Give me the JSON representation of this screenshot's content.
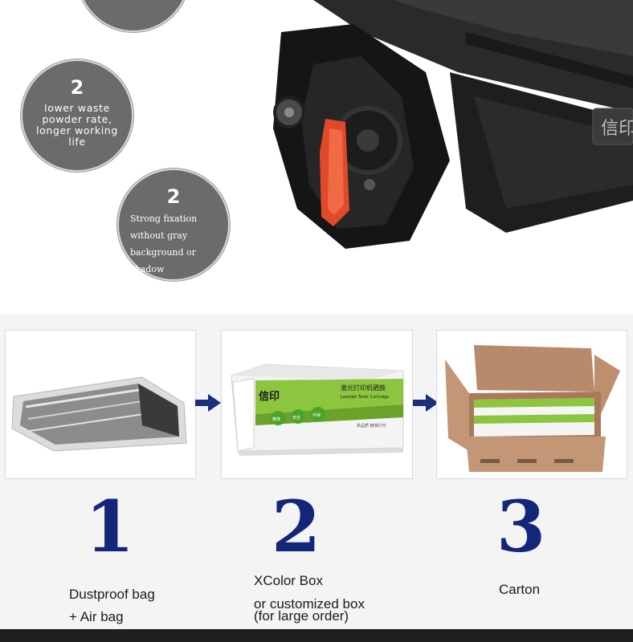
{
  "features": [
    {
      "number": "",
      "text": ""
    },
    {
      "number": "2",
      "text": "lower waste powder rate, longer working life"
    },
    {
      "number": "2",
      "text": "Strong fixation without gray background or shadow"
    }
  ],
  "cartridge_logo": "信印",
  "box": {
    "brand": "信印",
    "title": "激光打印机硒鼓",
    "subtitle": "Laserjet Toner Cartridge",
    "badges": [
      "精准",
      "安全",
      "环保"
    ],
    "tagline": "高品质 精准打印"
  },
  "steps": [
    {
      "number": "1",
      "lines": [
        "Dustproof bag",
        "+ Air bag"
      ]
    },
    {
      "number": "2",
      "lines": [
        "XColor Box",
        "or customized box",
        "(for large order)"
      ]
    },
    {
      "number": "3",
      "lines": [
        "Carton"
      ]
    }
  ],
  "colors": {
    "number_blue": "#14267a",
    "arrow_blue": "#1b2f7a",
    "box_green": "#8cc63f"
  }
}
